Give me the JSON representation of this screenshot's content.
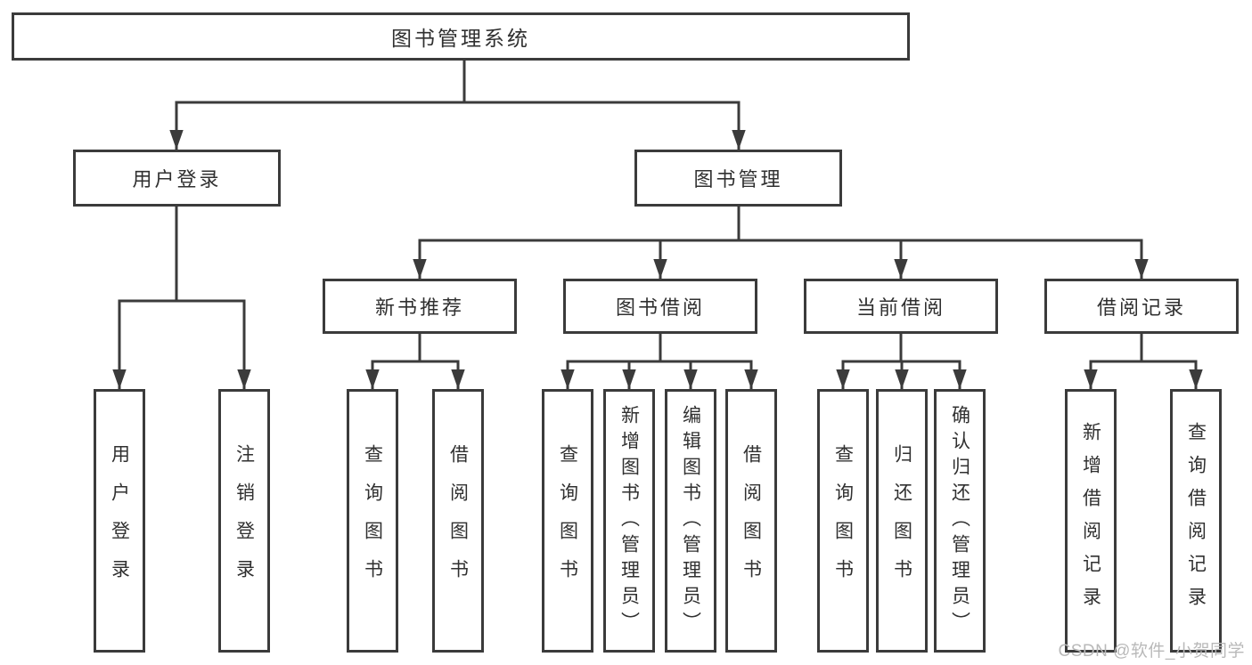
{
  "title": "图书管理系统",
  "nodes": {
    "root": {
      "label": "图书管理系统"
    },
    "user_login": {
      "label": "用户登录",
      "leaves": [
        "用户登录",
        "注销登录"
      ]
    },
    "book_management": {
      "label": "图书管理"
    },
    "new_book": {
      "label": "新书推荐",
      "leaves": [
        "查询图书",
        "借阅图书"
      ]
    },
    "book_borrow": {
      "label": "图书借阅",
      "leaves": [
        "查询图书",
        "新增图书（管理员）",
        "编辑图书（管理员）",
        "借阅图书"
      ]
    },
    "current_borrow": {
      "label": "当前借阅",
      "leaves": [
        "查询图书",
        "归还图书",
        "确认归还（管理员）"
      ]
    },
    "borrow_record": {
      "label": "借阅记录",
      "leaves": [
        "新增借阅记录",
        "查询借阅记录"
      ]
    }
  },
  "watermark": "CSDN @软件_小贺同学",
  "colors": {
    "line": "#3b3b3b",
    "text": "#303030",
    "watermark": "#b9b9b9",
    "background": "#ffffff"
  }
}
